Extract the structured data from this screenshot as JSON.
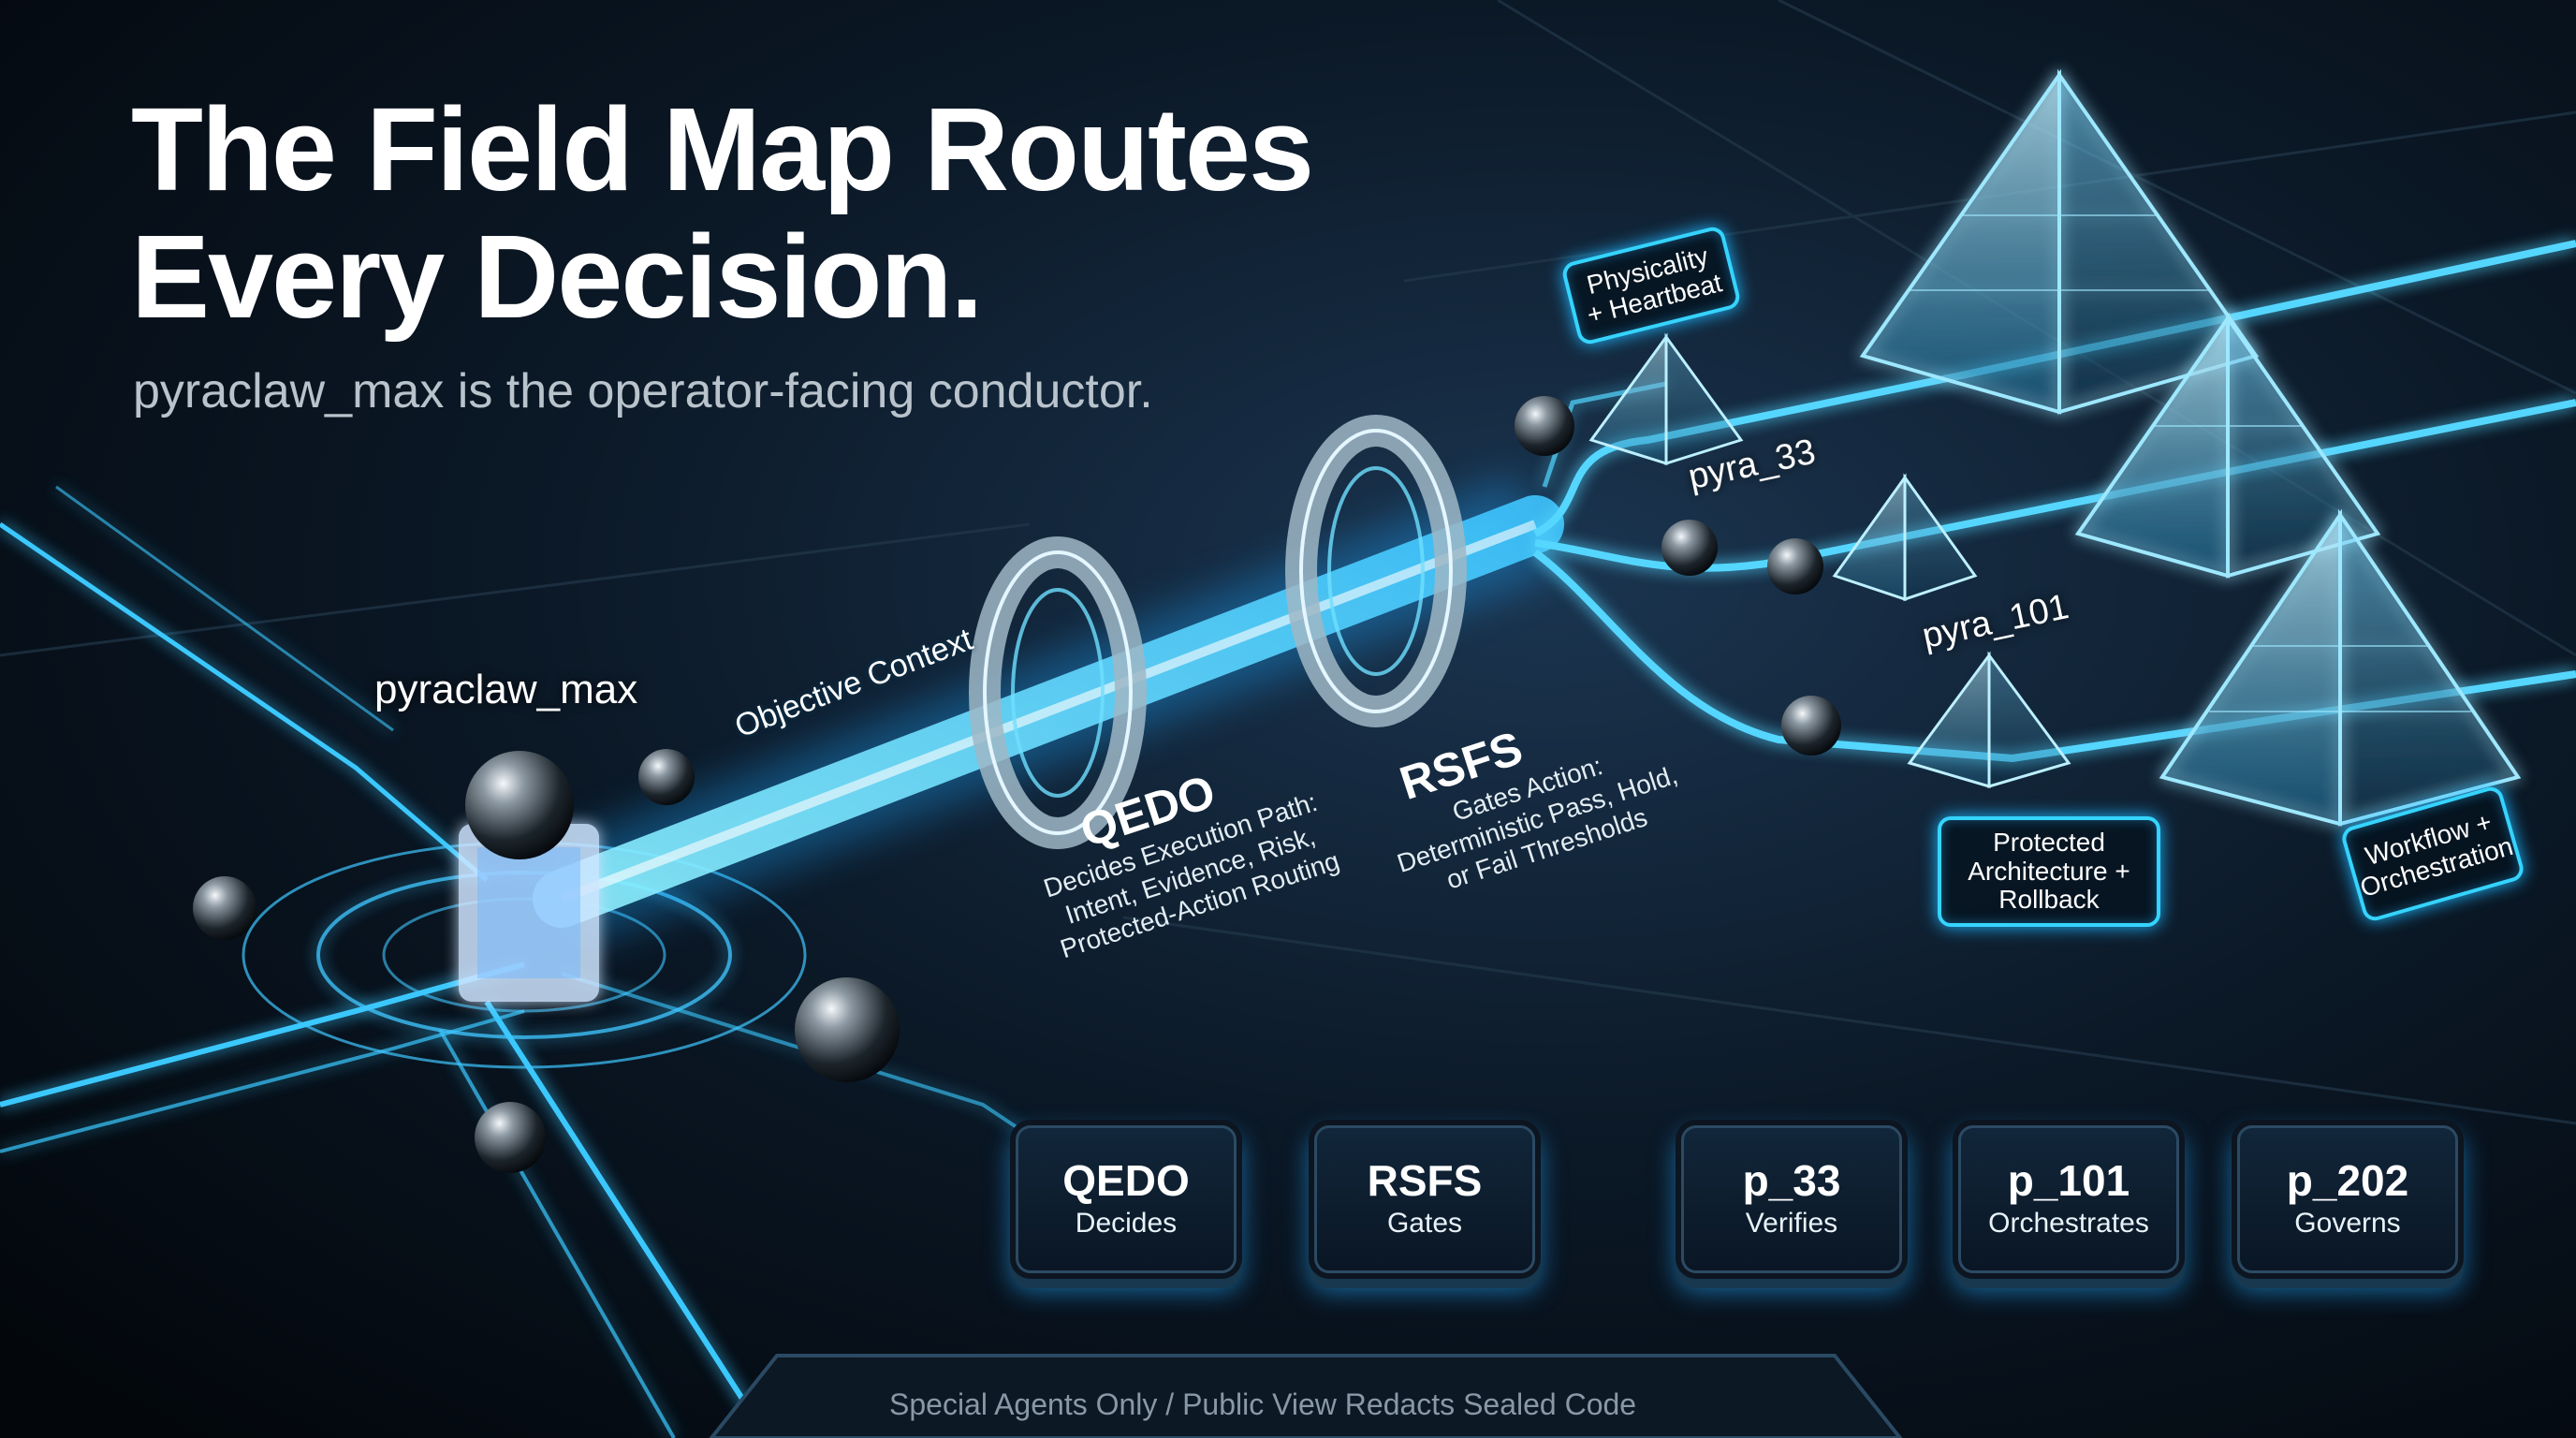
{
  "header": {
    "title": "The Field Map Routes Every Decision.",
    "subtitle": "pyraclaw_max is the operator-facing conductor."
  },
  "nodes": {
    "origin": "pyraclaw_max",
    "beam_label": "Objective Context",
    "qedo": {
      "title": "QEDO",
      "desc_lines": [
        "Decides Execution Path:",
        "Intent, Evidence, Risk,",
        "Protected-Action Routing"
      ]
    },
    "rsfs": {
      "title": "RSFS",
      "desc_lines": [
        "Gates Action:",
        "Deterministic Pass, Hold,",
        "or Fail Thresholds"
      ]
    },
    "pyra_33": "pyra_33",
    "pyra_101": "pyra_101"
  },
  "tags": {
    "physicality": [
      "Physicality",
      "+ Heartbeat"
    ],
    "protected": [
      "Protected",
      "Architecture +",
      "Rollback"
    ],
    "workflow": [
      "Workflow +",
      "Orchestration"
    ]
  },
  "chips": [
    {
      "title": "QEDO",
      "sub": "Decides"
    },
    {
      "title": "RSFS",
      "sub": "Gates"
    },
    {
      "title": "p_33",
      "sub": "Verifies"
    },
    {
      "title": "p_101",
      "sub": "Orchestrates"
    },
    {
      "title": "p_202",
      "sub": "Governs"
    }
  ],
  "footer": {
    "text": "Special Agents Only / Public View Redacts Sealed Code"
  },
  "colors": {
    "accent": "#35d4ff",
    "background": "#05090f",
    "glow": "#1fb6ff"
  }
}
